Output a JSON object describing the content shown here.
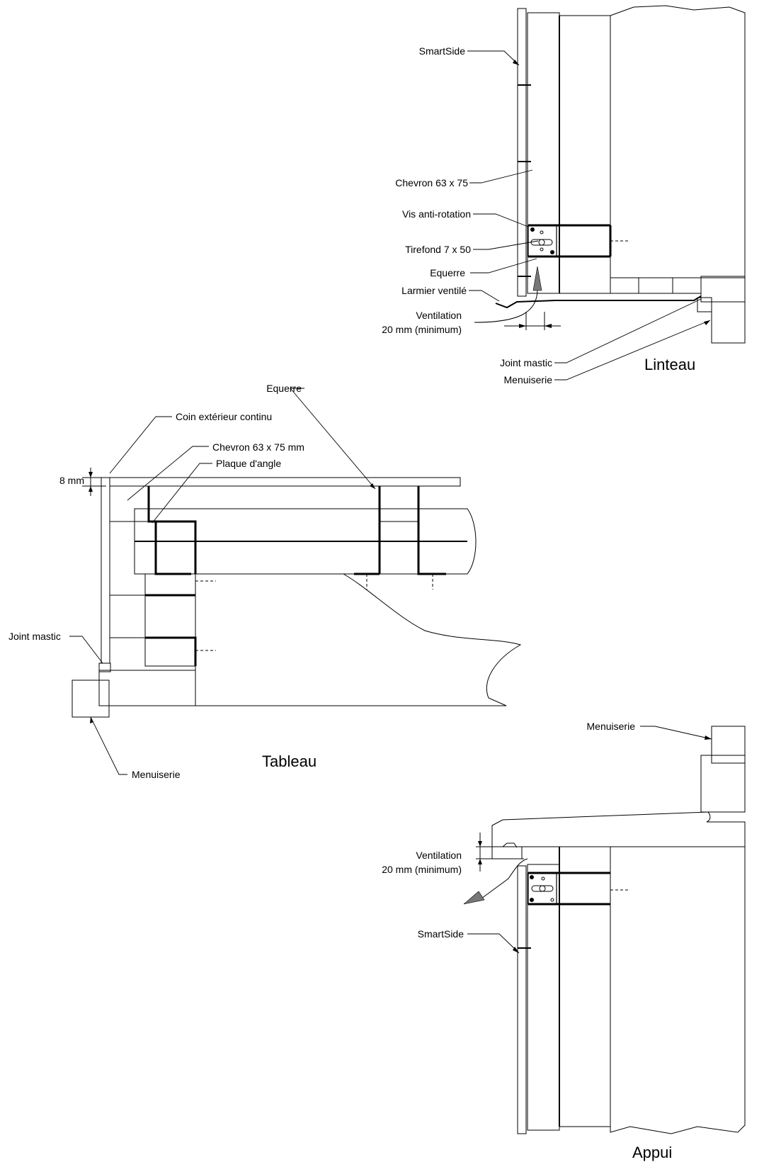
{
  "linteau": {
    "title": "Linteau",
    "labels": {
      "smartside": "SmartSide",
      "chevron": "Chevron 63 x 75",
      "vis": "Vis anti-rotation",
      "tirefond": "Tirefond 7 x 50",
      "equerre": "Equerre",
      "larmier": "Larmier ventilé",
      "ventilation_1": "Ventilation",
      "ventilation_2": "20 mm (minimum)",
      "joint": "Joint mastic",
      "menuiserie": "Menuiserie"
    }
  },
  "tableau": {
    "title": "Tableau",
    "labels": {
      "equerre": "Equerre",
      "coin": "Coin extérieur continu",
      "chevron": "Chevron 63 x 75 mm",
      "plaque": "Plaque d'angle",
      "dim": "8 mm",
      "joint": "Joint mastic",
      "menuiserie": "Menuiserie"
    }
  },
  "appui": {
    "title": "Appui",
    "labels": {
      "menuiserie": "Menuiserie",
      "ventilation_1": "Ventilation",
      "ventilation_2": "20 mm (minimum)",
      "smartside": "SmartSide"
    }
  }
}
